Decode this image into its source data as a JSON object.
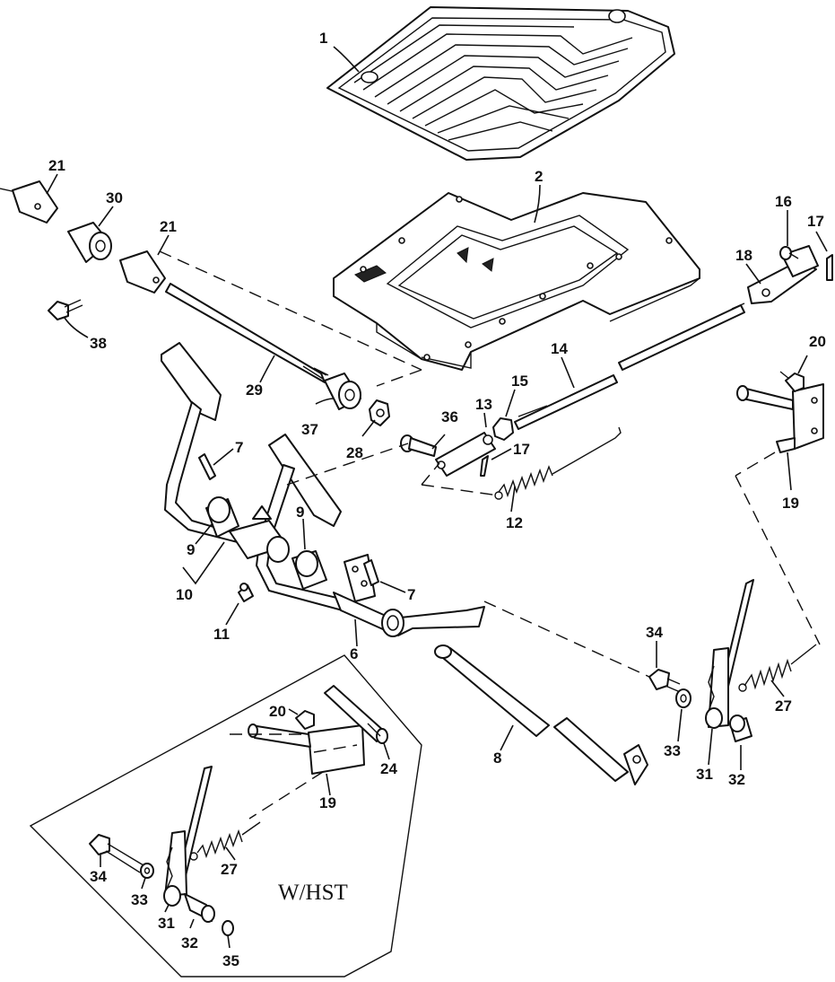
{
  "inset": {
    "label": "W/HST"
  },
  "callouts": [
    {
      "id": "c1",
      "text": "1"
    },
    {
      "id": "c2",
      "text": "2"
    },
    {
      "id": "c21a",
      "text": "21"
    },
    {
      "id": "c30",
      "text": "30"
    },
    {
      "id": "c21b",
      "text": "21"
    },
    {
      "id": "c38",
      "text": "38"
    },
    {
      "id": "c29",
      "text": "29"
    },
    {
      "id": "c37",
      "text": "37"
    },
    {
      "id": "c28",
      "text": "28"
    },
    {
      "id": "c36",
      "text": "36"
    },
    {
      "id": "c13",
      "text": "13"
    },
    {
      "id": "c15",
      "text": "15"
    },
    {
      "id": "c14",
      "text": "14"
    },
    {
      "id": "c16",
      "text": "16"
    },
    {
      "id": "c17a",
      "text": "17"
    },
    {
      "id": "c18",
      "text": "18"
    },
    {
      "id": "c20a",
      "text": "20"
    },
    {
      "id": "c19a",
      "text": "19"
    },
    {
      "id": "c7a",
      "text": "7"
    },
    {
      "id": "c17b",
      "text": "17"
    },
    {
      "id": "c12",
      "text": "12"
    },
    {
      "id": "c9a",
      "text": "9"
    },
    {
      "id": "c9b",
      "text": "9"
    },
    {
      "id": "c10",
      "text": "10"
    },
    {
      "id": "c7b",
      "text": "7"
    },
    {
      "id": "c11",
      "text": "11"
    },
    {
      "id": "c6",
      "text": "6"
    },
    {
      "id": "c34a",
      "text": "34"
    },
    {
      "id": "c27a",
      "text": "27"
    },
    {
      "id": "c33a",
      "text": "33"
    },
    {
      "id": "c31a",
      "text": "31"
    },
    {
      "id": "c32a",
      "text": "32"
    },
    {
      "id": "c8",
      "text": "8"
    },
    {
      "id": "c20b",
      "text": "20"
    },
    {
      "id": "c24",
      "text": "24"
    },
    {
      "id": "c19b",
      "text": "19"
    },
    {
      "id": "c34b",
      "text": "34"
    },
    {
      "id": "c27b",
      "text": "27"
    },
    {
      "id": "c33b",
      "text": "33"
    },
    {
      "id": "c31b",
      "text": "31"
    },
    {
      "id": "c32b",
      "text": "32"
    },
    {
      "id": "c35",
      "text": "35"
    }
  ]
}
